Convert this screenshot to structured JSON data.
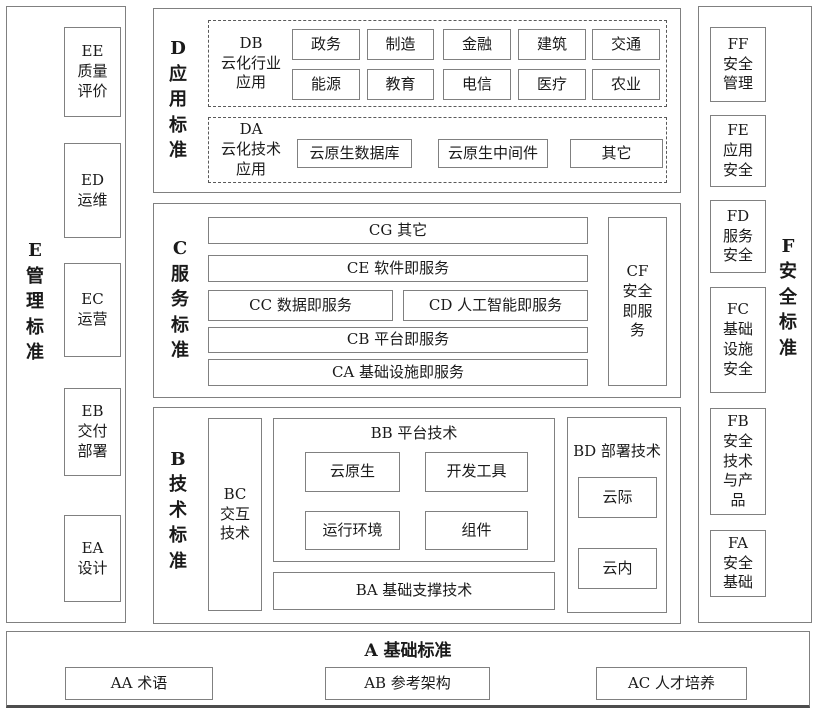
{
  "diagram": {
    "title": "A 基础标准",
    "e": {
      "label": "E\n管\n理\n标\n准",
      "items": [
        "EE\n质量\n评价",
        "ED\n运维",
        "EC\n运营",
        "EB\n交付\n部署",
        "EA\n设计"
      ]
    },
    "f": {
      "label": "F\n安\n全\n标\n准",
      "items": [
        "FF\n安全\n管理",
        "FE\n应用\n安全",
        "FD\n服务\n安全",
        "FC\n基础\n设施\n安全",
        "FB\n安全\n技术\n与产\n品",
        "FA\n安全\n基础"
      ]
    },
    "d": {
      "label": "D\n应\n用\n标\n准",
      "db": {
        "label": "DB\n云化行业\n应用",
        "row1": [
          "政务",
          "制造",
          "金融",
          "建筑",
          "交通"
        ],
        "row2": [
          "能源",
          "教育",
          "电信",
          "医疗",
          "农业"
        ]
      },
      "da": {
        "label": "DA\n云化技术\n应用",
        "items": [
          "云原生数据库",
          "云原生中间件",
          "其它"
        ]
      }
    },
    "c": {
      "label": "C\n服\n务\n标\n准",
      "cg": "CG 其它",
      "ce": "CE 软件即服务",
      "cc": "CC 数据即服务",
      "cd": "CD 人工智能即服务",
      "cb": "CB 平台即服务",
      "ca": "CA 基础设施即服务",
      "cf": "CF\n安全\n即服\n务"
    },
    "b": {
      "label": "B\n技\n术\n标\n准",
      "bc": "BC\n交互\n技术",
      "bb": {
        "label": "BB 平台技术",
        "items": [
          "云原生",
          "开发工具",
          "运行环境",
          "组件"
        ]
      },
      "ba": "BA 基础支撑技术",
      "bd": {
        "label": "BD 部署技术",
        "items": [
          "云际",
          "云内"
        ]
      }
    },
    "a": {
      "label": "A 基础标准",
      "items": [
        "AA 术语",
        "AB 参考架构",
        "AC 人才培养"
      ]
    }
  },
  "colors": {
    "border": "#808080",
    "dashed_border": "#595959",
    "text": "#1a1a1a",
    "background": "#ffffff"
  }
}
